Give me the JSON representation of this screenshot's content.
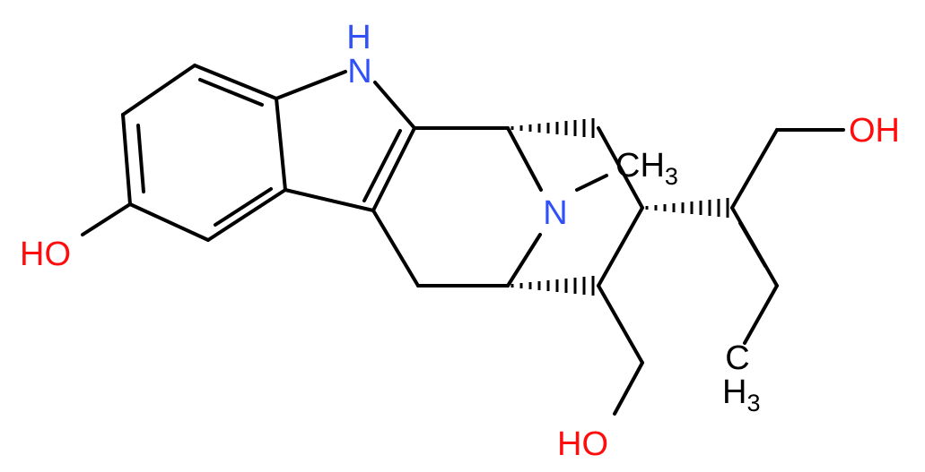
{
  "colors": {
    "bond": "#000000",
    "nitrogen": "#3050F8",
    "oxygen": "#FF0D0D",
    "carbon": "#000000"
  },
  "atoms": {
    "nh": "N",
    "nh_h": "H",
    "n_bridge": "N",
    "ch3_top": "CH",
    "ch3_top_sub": "3",
    "oh_right": "OH",
    "oh_left": "HO",
    "oh_bottom": "HO",
    "ch3_bottom_c": "C",
    "ch3_bottom_h": "H",
    "ch3_bottom_sub": "3"
  }
}
